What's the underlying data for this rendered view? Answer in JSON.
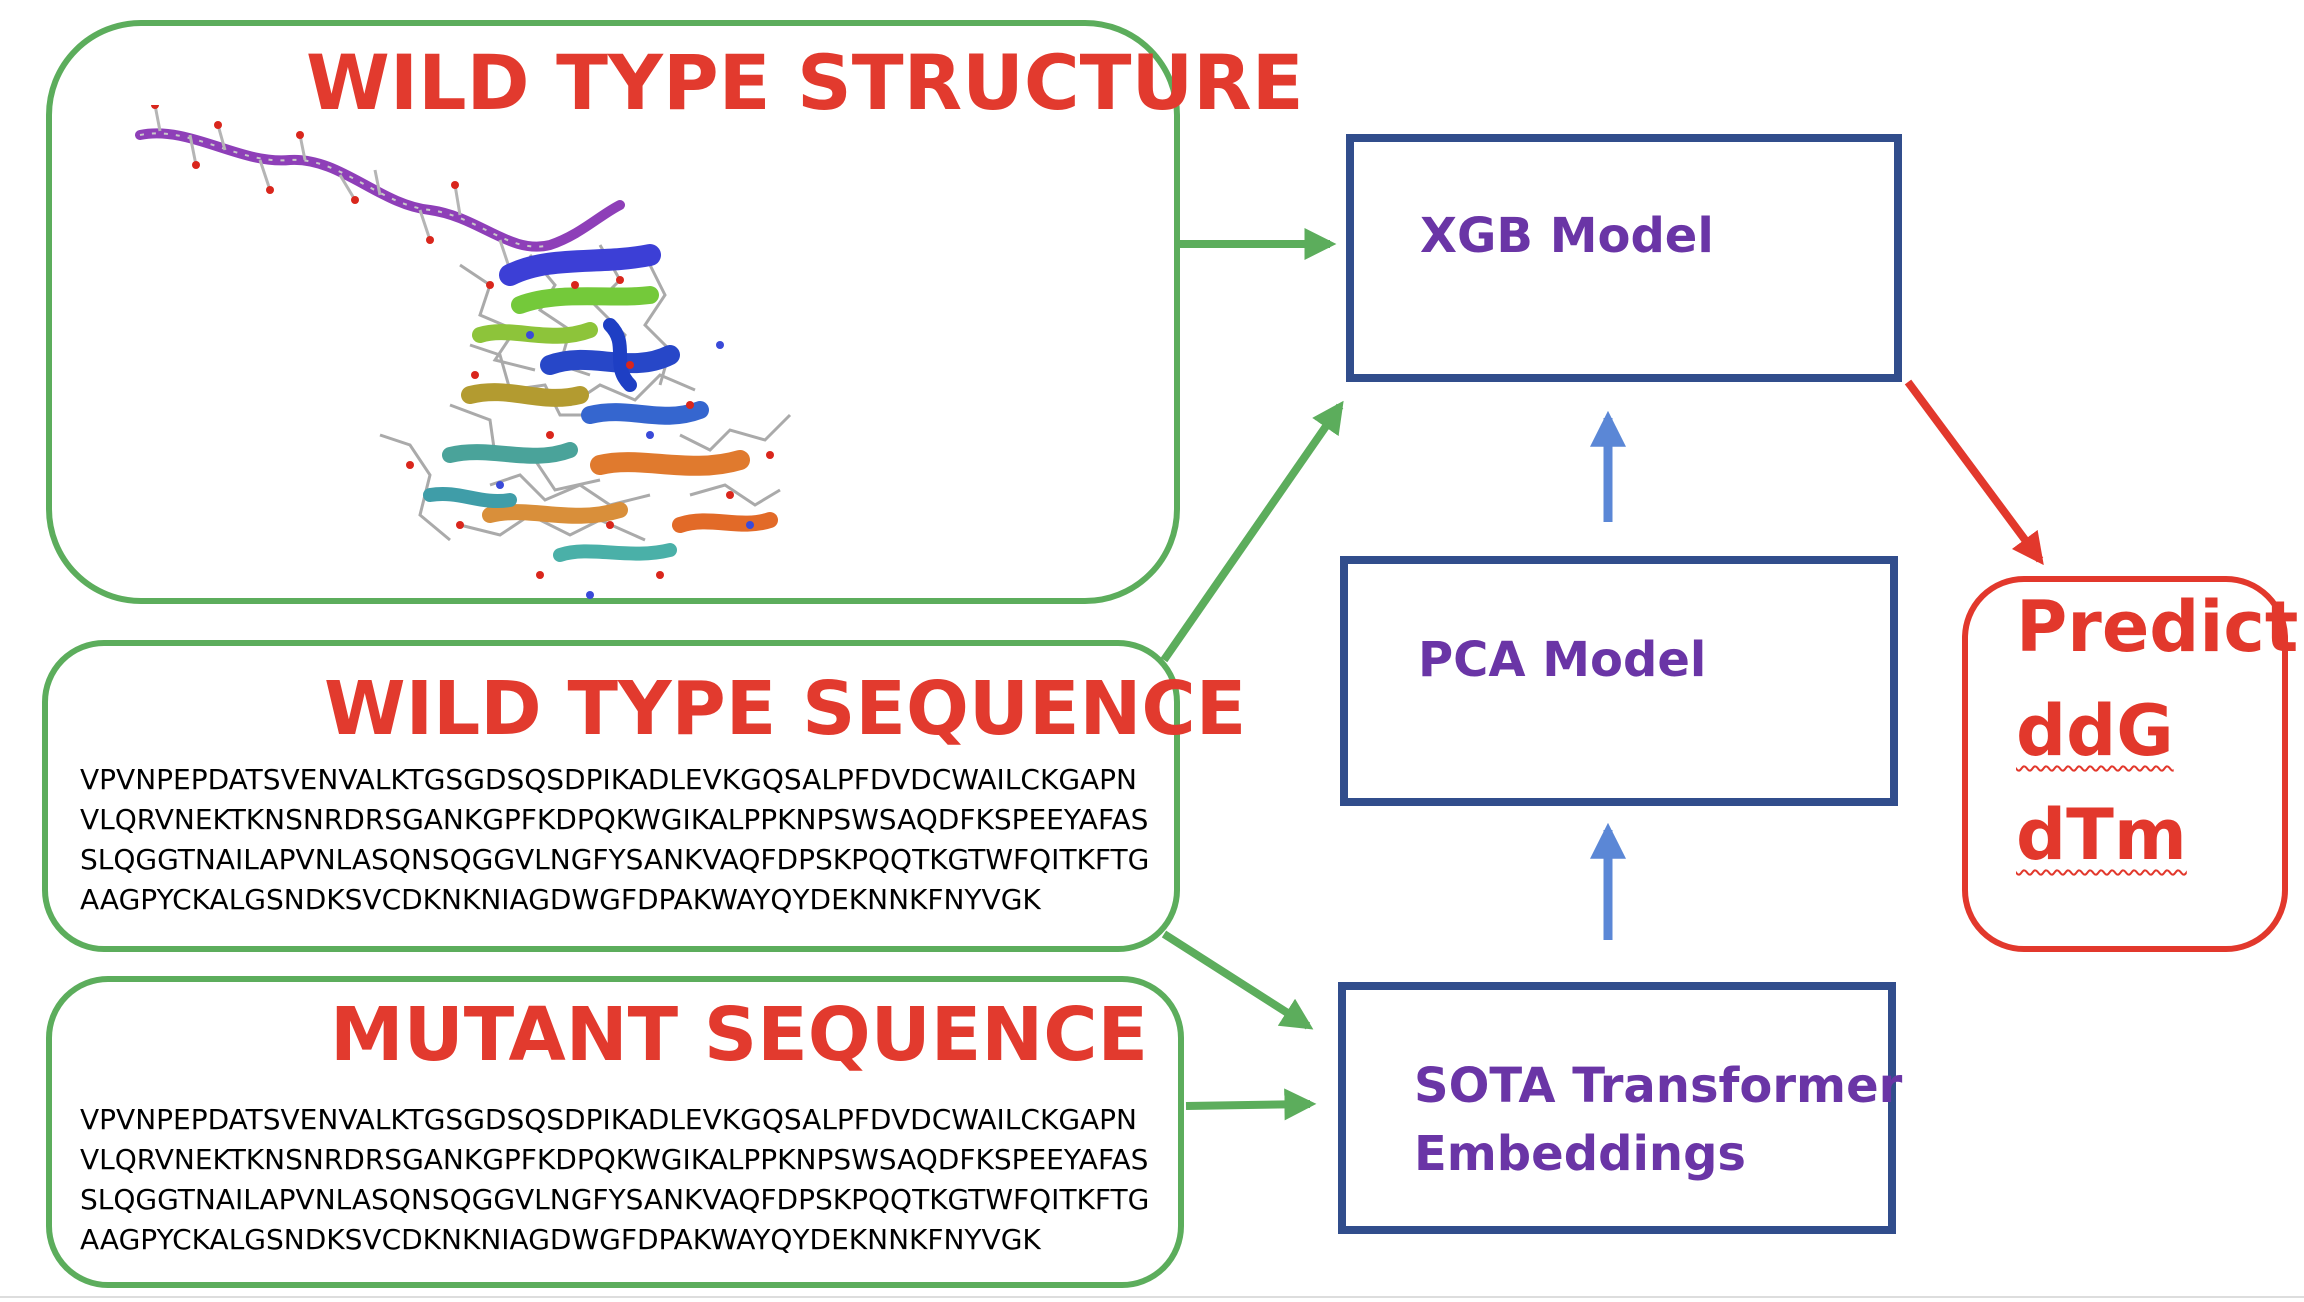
{
  "wild_type_structure": {
    "title": "WILD TYPE STRUCTURE"
  },
  "wild_type_sequence": {
    "title": "WILD TYPE SEQUENCE",
    "lines": [
      "VPVNPEPDATSVENVALKTGSGDSQSDPIKADLEVKGQSALPFDVDCWAILCKGAPN",
      "VLQRVNEKTKNSNRDRSGANKGPFKDPQKWGIKALPPKNPSWSAQDFKSPEEYAFAS",
      "SLQGGTNAILAPVNLASQNSQGGVLNGFYSANKVAQFDPSKPQQTKGTWFQITKFTG",
      "AAGPYCKALGSNDKSVCDKNKNIAGDWGFDPAKWAYQYDEKNNKFNYVGK"
    ]
  },
  "mutant_sequence": {
    "title": "MUTANT SEQUENCE",
    "lines": [
      "VPVNPEPDATSVENVALKTGSGDSQSDPIKADLEVKGQSALPFDVDCWAILCKGAPN",
      "VLQRVNEKTKNSNRDRSGANKGPFKDPQKWGIKALPPKNPSWSAQDFKSPEEYAFAS",
      "SLQGGTNAILAPVNLASQNSQGGVLNGFYSANKVAQFDPSKPQQTKGTWFQITKFTG",
      "AAGPYCKALGSNDKSVCDKNKNIAGDWGFDPAKWAYQYDEKNNKFNYVGK"
    ]
  },
  "models": {
    "xgb": "XGB Model",
    "pca": "PCA Model",
    "sota_line1": "SOTA Transformer",
    "sota_line2": "Embeddings"
  },
  "predict": {
    "line1": "Predict",
    "line2": "ddG",
    "line3": "dTm"
  },
  "colors": {
    "green": "#5cad5c",
    "red": "#e2382c",
    "navy": "#314d8c",
    "purple": "#6a35a6",
    "blue_arrow": "#5b87d6"
  },
  "icons": {
    "protein_structure": "protein-structure-image"
  }
}
